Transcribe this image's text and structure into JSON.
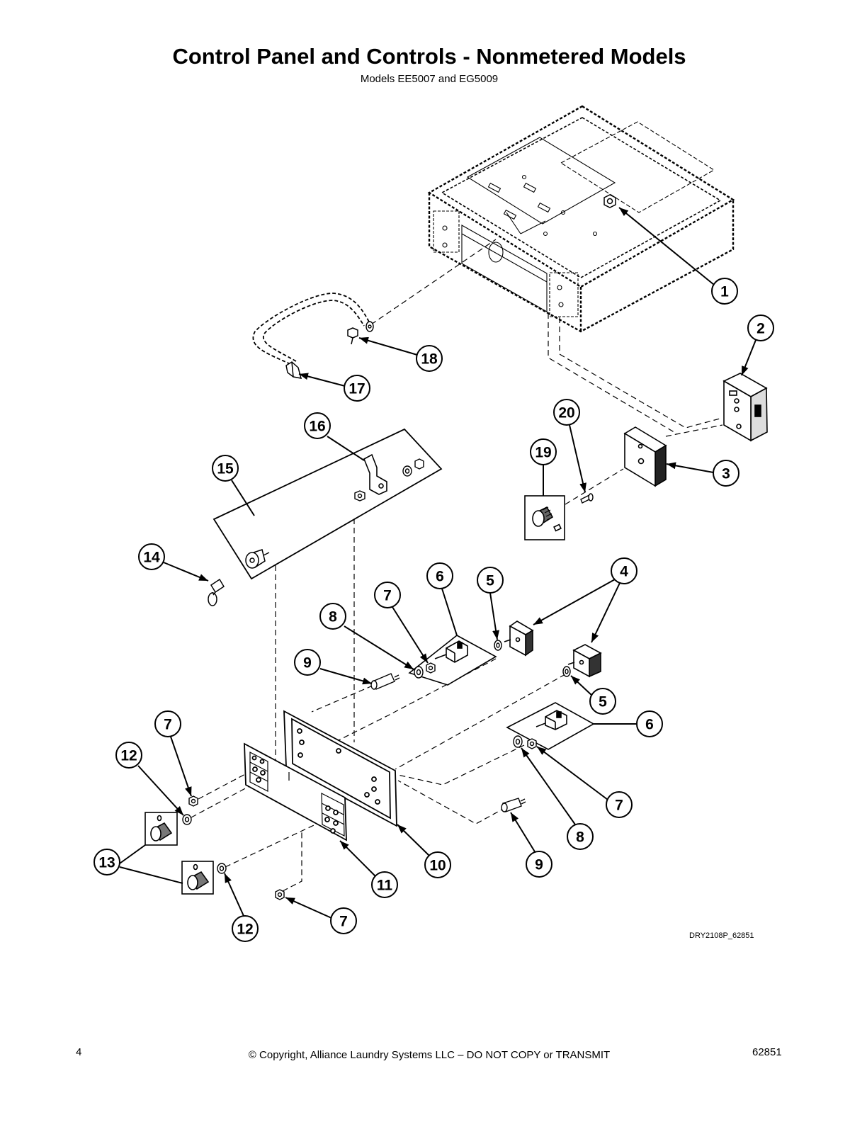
{
  "header": {
    "title": "Control Panel and Controls - Nonmetered Models",
    "subtitle": "Models EE5007 and EG5009"
  },
  "diagram": {
    "callouts": [
      "1",
      "2",
      "3",
      "4",
      "5",
      "5",
      "6",
      "6",
      "7",
      "7",
      "7",
      "7",
      "8",
      "8",
      "9",
      "9",
      "10",
      "11",
      "12",
      "12",
      "13",
      "14",
      "15",
      "16",
      "17",
      "18",
      "19",
      "20"
    ],
    "drawing_id": "DRY2108P_62851"
  },
  "footer": {
    "page_number": "4",
    "copyright": "© Copyright, Alliance Laundry Systems LLC – DO NOT COPY or TRANSMIT",
    "doc_number": "62851"
  }
}
